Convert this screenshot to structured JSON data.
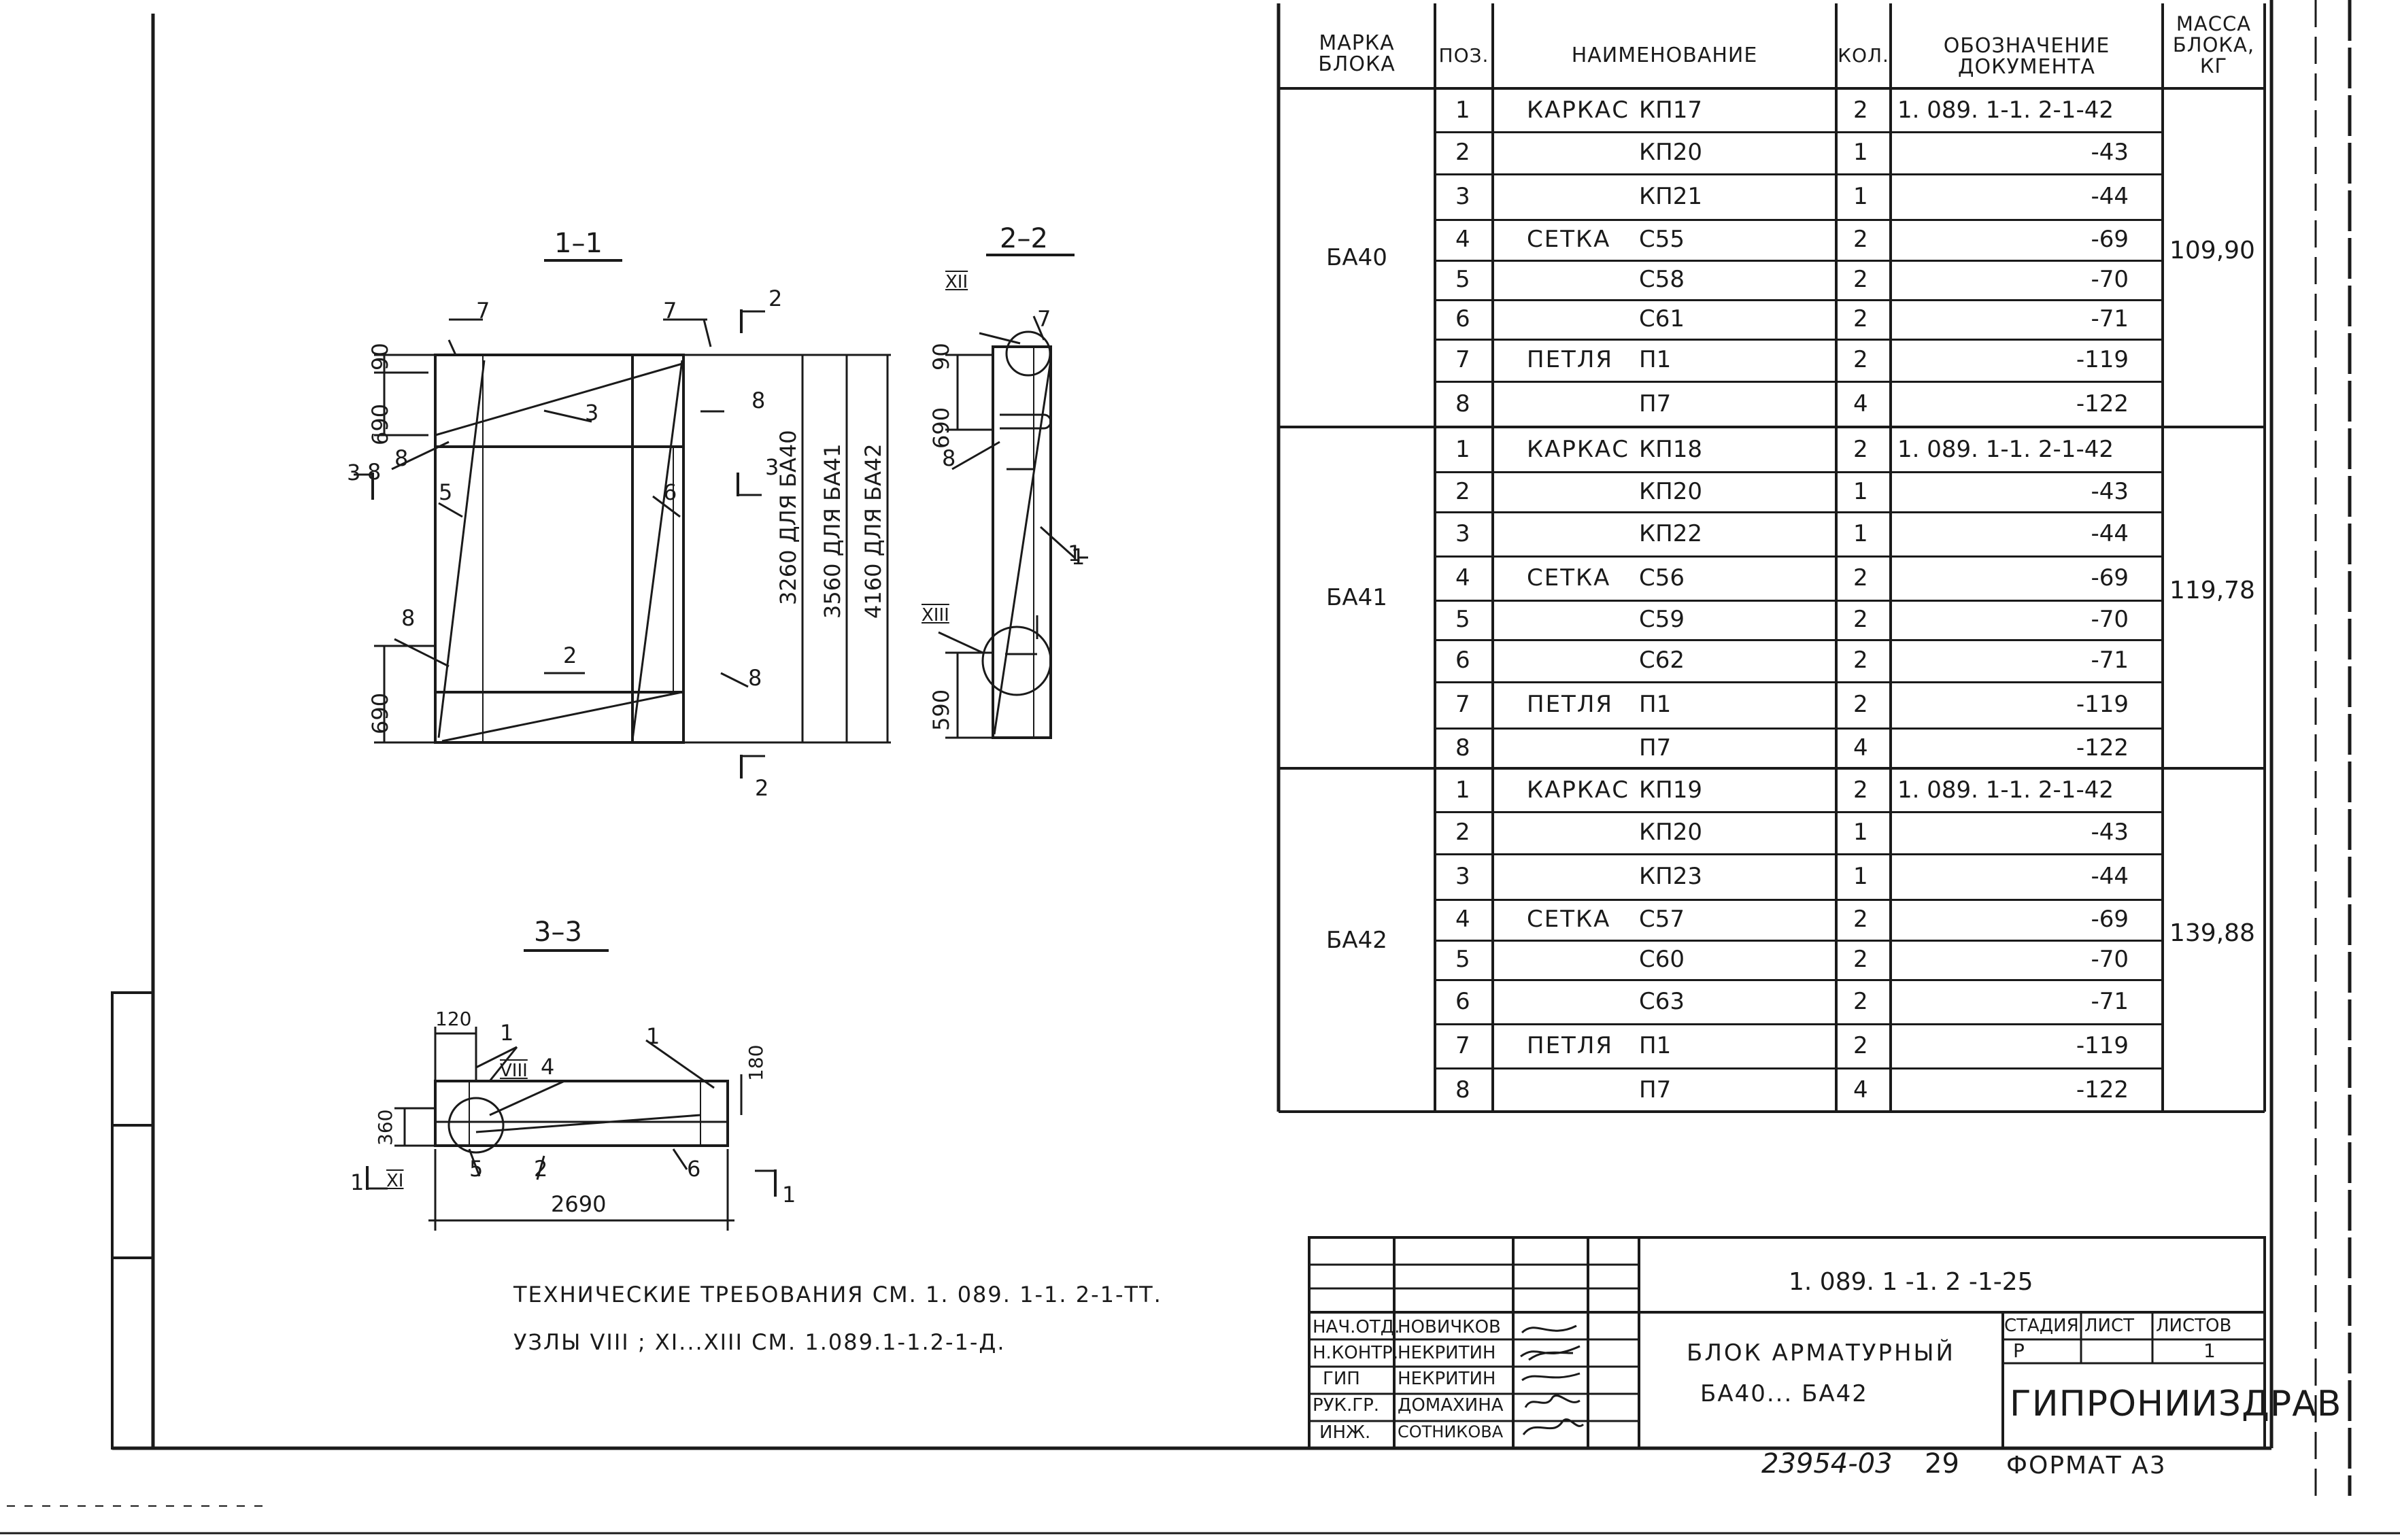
{
  "sections": {
    "s11": "1–1",
    "s22": "2–2",
    "s33": "3–3"
  },
  "elevation": {
    "marks": [
      "7",
      "7",
      "3",
      "8",
      "5",
      "6",
      "8",
      "8",
      "2",
      "8",
      "8",
      "1",
      "3",
      "3",
      "2",
      "2"
    ],
    "dims": [
      "90",
      "690",
      "690",
      "3260 ДЛЯ БА40",
      "3560 ДЛЯ БА41",
      "4160 ДЛЯ БА42"
    ],
    "side_marks": [
      "XII",
      "7",
      "90",
      "690",
      "8",
      "1",
      "XIII",
      "590"
    ]
  },
  "plan": {
    "marks": [
      "120",
      "1",
      "1",
      "VIII",
      "4",
      "180",
      "360",
      "5",
      "2",
      "6",
      "2690",
      "1",
      "XI",
      "1"
    ]
  },
  "table": {
    "headers": {
      "mark": [
        "МАРКА",
        "БЛОКА"
      ],
      "pos": "ПОЗ.",
      "name": "НАИМЕНОВАНИЕ",
      "qty": "КОЛ.",
      "doc": [
        "ОБОЗНАЧЕНИЕ",
        "ДОКУМЕНТА"
      ],
      "mass": [
        "МАССА",
        "БЛОКА,",
        "КГ"
      ]
    },
    "blocks": [
      {
        "mark": "БА40",
        "mass": "109,90",
        "rows": [
          {
            "pos": "1",
            "type": "КАРКАС",
            "item": "КП17",
            "qty": "2",
            "doc": "1. 089. 1-1. 2-1-42"
          },
          {
            "pos": "2",
            "type": "",
            "item": "КП20",
            "qty": "1",
            "doc": "-43"
          },
          {
            "pos": "3",
            "type": "",
            "item": "КП21",
            "qty": "1",
            "doc": "-44"
          },
          {
            "pos": "4",
            "type": "СЕТКА",
            "item": "С55",
            "qty": "2",
            "doc": "-69"
          },
          {
            "pos": "5",
            "type": "",
            "item": "С58",
            "qty": "2",
            "doc": "-70"
          },
          {
            "pos": "6",
            "type": "",
            "item": "С61",
            "qty": "2",
            "doc": "-71"
          },
          {
            "pos": "7",
            "type": "ПЕТЛЯ",
            "item": "П1",
            "qty": "2",
            "doc": "-119"
          },
          {
            "pos": "8",
            "type": "",
            "item": "П7",
            "qty": "4",
            "doc": "-122"
          }
        ]
      },
      {
        "mark": "БА41",
        "mass": "119,78",
        "rows": [
          {
            "pos": "1",
            "type": "КАРКАС",
            "item": "КП18",
            "qty": "2",
            "doc": "1. 089. 1-1. 2-1-42"
          },
          {
            "pos": "2",
            "type": "",
            "item": "КП20",
            "qty": "1",
            "doc": "-43"
          },
          {
            "pos": "3",
            "type": "",
            "item": "КП22",
            "qty": "1",
            "doc": "-44"
          },
          {
            "pos": "4",
            "type": "СЕТКА",
            "item": "С56",
            "qty": "2",
            "doc": "-69"
          },
          {
            "pos": "5",
            "type": "",
            "item": "С59",
            "qty": "2",
            "doc": "-70"
          },
          {
            "pos": "6",
            "type": "",
            "item": "С62",
            "qty": "2",
            "doc": "-71"
          },
          {
            "pos": "7",
            "type": "ПЕТЛЯ",
            "item": "П1",
            "qty": "2",
            "doc": "-119"
          },
          {
            "pos": "8",
            "type": "",
            "item": "П7",
            "qty": "4",
            "doc": "-122"
          }
        ]
      },
      {
        "mark": "БА42",
        "mass": "139,88",
        "rows": [
          {
            "pos": "1",
            "type": "КАРКАС",
            "item": "КП19",
            "qty": "2",
            "doc": "1. 089. 1-1. 2-1-42"
          },
          {
            "pos": "2",
            "type": "",
            "item": "КП20",
            "qty": "1",
            "doc": "-43"
          },
          {
            "pos": "3",
            "type": "",
            "item": "КП23",
            "qty": "1",
            "doc": "-44"
          },
          {
            "pos": "4",
            "type": "СЕТКА",
            "item": "С57",
            "qty": "2",
            "doc": "-69"
          },
          {
            "pos": "5",
            "type": "",
            "item": "С60",
            "qty": "2",
            "doc": "-70"
          },
          {
            "pos": "6",
            "type": "",
            "item": "С63",
            "qty": "2",
            "doc": "-71"
          },
          {
            "pos": "7",
            "type": "ПЕТЛЯ",
            "item": "П1",
            "qty": "2",
            "doc": "-119"
          },
          {
            "pos": "8",
            "type": "",
            "item": "П7",
            "qty": "4",
            "doc": "-122"
          }
        ]
      }
    ]
  },
  "notes": {
    "line1": "ТЕХНИЧЕСКИЕ ТРЕБОВАНИЯ СМ. 1. 089. 1-1. 2-1-ТТ.",
    "line2": "УЗЛЫ  VIII ; XI...XIII СМ. 1.089.1-1.2-1-Д."
  },
  "stamp": {
    "code": "1. 089. 1 -1. 2 -1-25",
    "title1": "БЛОК  АРМАТУРНЫЙ",
    "title2": "БА40... БА42",
    "stage_h": "СТАДИЯ",
    "sheet_h": "ЛИСТ",
    "sheets_h": "ЛИСТОВ",
    "stage": "Р",
    "sheets": "1",
    "org": "ГИПРОНИИЗДРАВ",
    "roles": [
      "НАЧ.ОТД.",
      "Н.КОНТР.",
      "ГИП",
      "РУК.ГР.",
      "ИНЖ."
    ],
    "names": [
      "НОВИЧКОВ",
      "НЕКРИТИН",
      "НЕКРИТИН",
      "ДОМАХИНА",
      "СОТНИКОВА"
    ]
  },
  "footer": {
    "number": "23954-03",
    "page": "29",
    "format": "ФОРМАТ А3"
  }
}
